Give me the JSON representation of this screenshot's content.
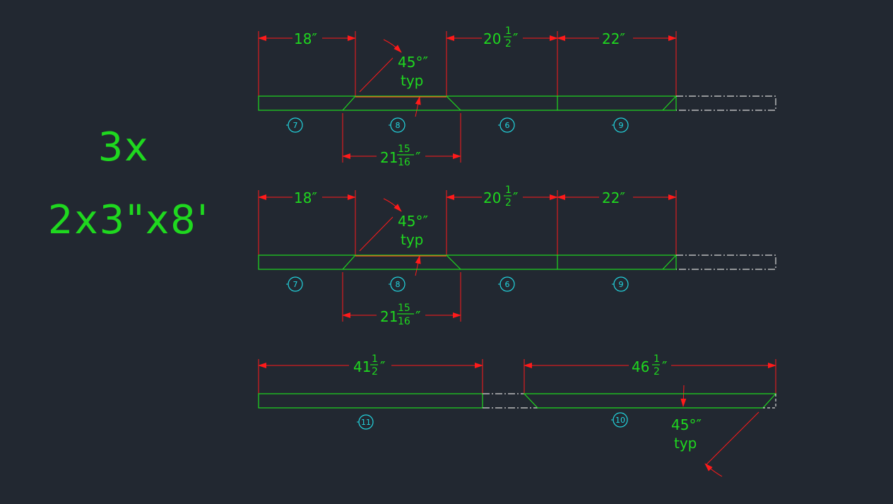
{
  "title": {
    "quantity": "3x",
    "stock": "2x3\"x8'"
  },
  "rows": [
    {
      "dims_top": [
        {
          "whole": "18",
          "num": "",
          "den": "",
          "unit": "″"
        },
        {
          "whole": "20",
          "num": "1",
          "den": "2",
          "unit": "″"
        },
        {
          "whole": "22",
          "num": "",
          "den": "",
          "unit": "″"
        }
      ],
      "angle_note": {
        "angle": "45°″",
        "typ": "typ"
      },
      "dim_bottom": {
        "whole": "21",
        "num": "15",
        "den": "16",
        "unit": "″"
      },
      "parts": [
        "7",
        "8",
        "6",
        "9"
      ]
    },
    {
      "dims_top": [
        {
          "whole": "18",
          "num": "",
          "den": "",
          "unit": "″"
        },
        {
          "whole": "20",
          "num": "1",
          "den": "2",
          "unit": "″"
        },
        {
          "whole": "22",
          "num": "",
          "den": "",
          "unit": "″"
        }
      ],
      "angle_note": {
        "angle": "45°″",
        "typ": "typ"
      },
      "dim_bottom": {
        "whole": "21",
        "num": "15",
        "den": "16",
        "unit": "″"
      },
      "parts": [
        "7",
        "8",
        "6",
        "9"
      ]
    }
  ],
  "row3": {
    "dims_top": [
      {
        "whole": "41",
        "num": "1",
        "den": "2",
        "unit": "″"
      },
      {
        "whole": "46",
        "num": "1",
        "den": "2",
        "unit": "″"
      }
    ],
    "angle_note": {
      "angle": "45°″",
      "typ": "typ"
    },
    "parts": [
      "11",
      "10"
    ]
  },
  "colors": {
    "background": "#222831",
    "board": "#1fd81f",
    "dimension": "#ff1a1a",
    "text": "#1fd81f",
    "bubble": "#22d6e0",
    "waste": "#d8d8d8"
  }
}
